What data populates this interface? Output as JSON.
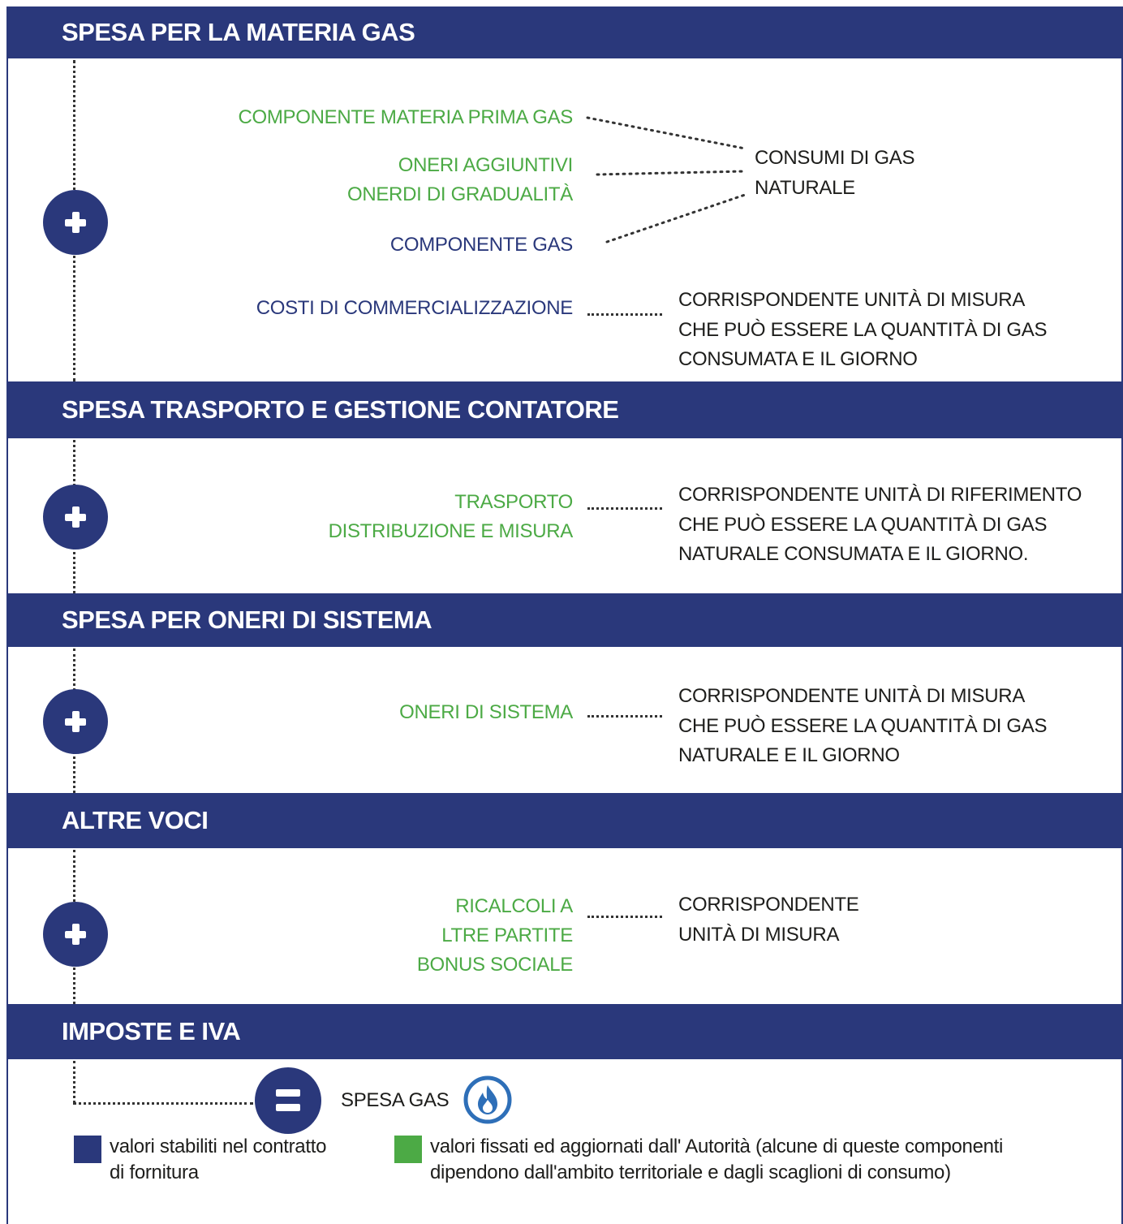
{
  "colors": {
    "brand_blue": "#2a387b",
    "green": "#4caa45",
    "text": "#1d1d1b"
  },
  "sections": [
    {
      "title": "SPESA PER LA MATERIA GAS",
      "items": [
        {
          "lines": [
            "COMPONENTE MATERIA PRIMA GAS"
          ],
          "color": "green"
        },
        {
          "lines": [
            "ONERI AGGIUNTIVI",
            "ONERDI DI GRADUALITÀ"
          ],
          "color": "green"
        },
        {
          "lines": [
            "COMPONENTE GAS"
          ],
          "color": "blue"
        },
        {
          "lines": [
            "COSTI DI COMMERCIALIZZAZIONE"
          ],
          "color": "blue"
        }
      ],
      "descriptions": [
        [
          "CONSUMI DI GAS",
          "NATURALE"
        ],
        [
          "CORRISPONDENTE UNITÀ DI MISURA",
          "CHE PUÒ ESSERE LA QUANTITÀ DI GAS",
          "CONSUMATA E IL GIORNO"
        ]
      ]
    },
    {
      "title": "SPESA TRASPORTO E GESTIONE CONTATORE",
      "items": [
        {
          "lines": [
            "TRASPORTO",
            "DISTRIBUZIONE E MISURA"
          ],
          "color": "green"
        }
      ],
      "descriptions": [
        [
          "CORRISPONDENTE UNITÀ DI RIFERIMENTO",
          "CHE PUÒ ESSERE LA QUANTITÀ DI GAS",
          "NATURALE CONSUMATA E IL GIORNO."
        ]
      ]
    },
    {
      "title": "SPESA PER ONERI DI SISTEMA",
      "items": [
        {
          "lines": [
            "ONERI DI SISTEMA"
          ],
          "color": "green"
        }
      ],
      "descriptions": [
        [
          "CORRISPONDENTE UNITÀ DI MISURA",
          "CHE PUÒ ESSERE LA QUANTITÀ DI GAS",
          "NATURALE E IL GIORNO"
        ]
      ]
    },
    {
      "title": "ALTRE VOCI",
      "items": [
        {
          "lines": [
            "RICALCOLI A",
            "LTRE PARTITE",
            "BONUS SOCIALE"
          ],
          "color": "green"
        }
      ],
      "descriptions": [
        [
          "CORRISPONDENTE",
          "UNITÀ DI MISURA"
        ]
      ]
    },
    {
      "title": "IMPOSTE E IVA",
      "items": [],
      "descriptions": []
    }
  ],
  "total": {
    "label": "SPESA GAS",
    "icon": "gas-flame-icon",
    "operator_icon": "equals-icon"
  },
  "legend": [
    {
      "color": "#2a387b",
      "lines": [
        "valori stabiliti nel contratto",
        "di fornitura"
      ]
    },
    {
      "color": "#4caa45",
      "lines": [
        "valori fissati ed aggiornati dall' Autorità (alcune di queste componenti",
        "dipendono dall'ambito territoriale e dagli scaglioni di consumo)"
      ]
    }
  ]
}
